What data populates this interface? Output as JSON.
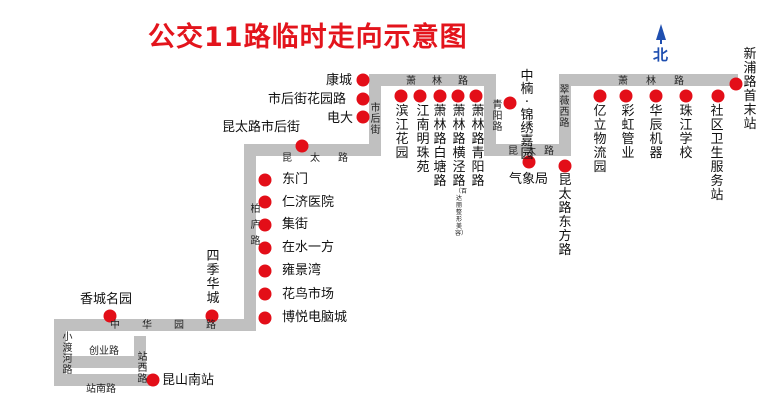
{
  "title": "公交11路临时走向示意图",
  "compass": {
    "label": "北",
    "color": "#1f4fb0"
  },
  "colors": {
    "route": "#c0c0c0",
    "stop": "#e30e18",
    "title": "#e3141c"
  },
  "stops": [
    "昆山南站",
    "香城名园",
    "四季华城",
    "博悦电脑城",
    "花鸟市场",
    "雍景湾",
    "在水一方",
    "集街",
    "仁济医院",
    "东门",
    "昆太路市后街",
    "电大",
    "市后街花园路",
    "康城",
    "滨江花园",
    "江南明珠苑",
    "萧林路白塘路",
    "萧林路横泾路",
    "萧林路青阳路",
    "中楠·锦绣嘉园",
    "气象局",
    "昆太路东方路",
    "亿立物流园",
    "彩虹管业",
    "华辰机器",
    "珠江学校",
    "社区卫生服务站",
    "新浦路首末站"
  ],
  "stop_notes": {
    "萧林路横泾路": "（百达丽整形美容）"
  },
  "roads": [
    "中华园路",
    "创业路",
    "站南路",
    "小渡河路",
    "站西路",
    "柏庐路",
    "昆太路",
    "市后街",
    "萧林路",
    "青阳路",
    "昆太路",
    "翠薇西路",
    "萧林路"
  ]
}
